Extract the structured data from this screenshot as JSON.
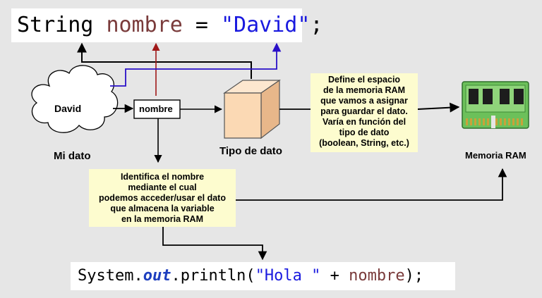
{
  "code_top": {
    "type": "String",
    "name": "nombre",
    "op": " = ",
    "value": "\"David\"",
    "end": ";"
  },
  "code_bottom": {
    "prefix": "System.",
    "field": "out",
    "method": ".println(",
    "str": "\"Hola \"",
    "plus": " + ",
    "name": "nombre",
    "end": ");"
  },
  "labels": {
    "cloud_text": "David",
    "cloud_caption": "Mi dato",
    "name_box": "nombre",
    "cube_caption": "Tipo de dato",
    "ram_caption": "Memoria RAM"
  },
  "notes": {
    "type_note": [
      "Define el espacio",
      "de la memoria RAM",
      "que vamos a asignar",
      "para guardar el dato.",
      "Varía en función del",
      "tipo de dato",
      "(boolean, String, etc.)"
    ],
    "name_note": [
      "Identifica el nombre",
      "mediante el cual",
      "podemos acceder/usar el dato",
      "que almacena la variable",
      "en la memoria RAM"
    ]
  },
  "colors": {
    "name_arrow": "#a01818",
    "value_arrow": "#2a10c8",
    "note_bg": "#fdfccf",
    "ram_board": "#6cc05a",
    "cube_face": "#fbd9b4"
  }
}
